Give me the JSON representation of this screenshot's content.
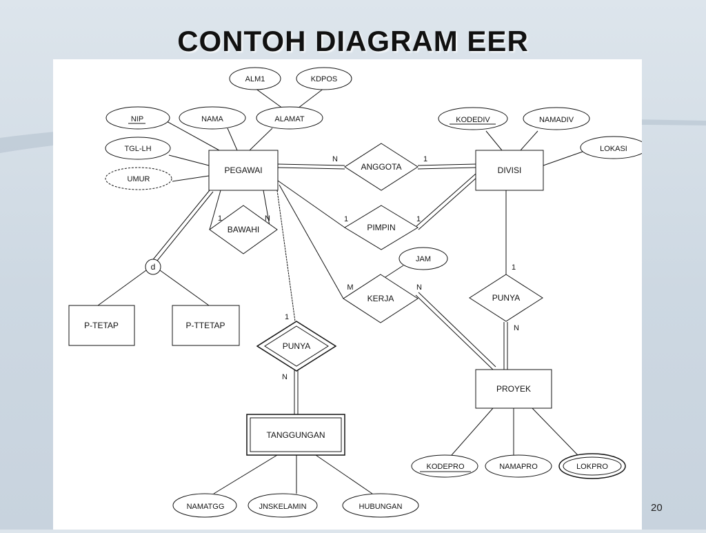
{
  "slide": {
    "title": "CONTOH DIAGRAM EER",
    "page_number": "20"
  },
  "entities": {
    "pegawai": "PEGAWAI",
    "divisi": "DIVISI",
    "proyek": "PROYEK",
    "tanggungan": "TANGGUNGAN",
    "p_tetap": "P-TETAP",
    "p_ttetap": "P-TTETAP"
  },
  "relationships": {
    "anggota": "ANGGOTA",
    "pimpin": "PIMPIN",
    "bawahi": "BAWAHI",
    "kerja": "KERJA",
    "punya_divisi": "PUNYA",
    "punya_tanggungan": "PUNYA"
  },
  "attributes": {
    "alm1": "ALM1",
    "kdpos": "KDPOS",
    "nip": "NIP",
    "nama": "NAMA",
    "alamat": "ALAMAT",
    "tgl_lh": "TGL-LH",
    "umur": "UMUR",
    "kodediv": "KODEDIV",
    "namadiv": "NAMADIV",
    "lokasi": "LOKASI",
    "jam": "JAM",
    "kodepro": "KODEPRO",
    "namapro": "NAMAPRO",
    "lokpro": "LOKPRO",
    "namatgg": "NAMATGG",
    "jnskelamin": "JNSKELAMIN",
    "hubungan": "HUBUNGAN"
  },
  "specialization": {
    "disjoint_symbol": "d"
  },
  "cardinality": {
    "anggota_pegawai": "N",
    "anggota_divisi": "1",
    "pimpin_pegawai": "1",
    "pimpin_divisi": "1",
    "bawahi_left": "1",
    "bawahi_right": "N",
    "kerja_pegawai": "M",
    "kerja_proyek": "N",
    "punya_divisi_top": "1",
    "punya_divisi_bottom": "N",
    "punya_tgg_top": "1",
    "punya_tgg_bottom": "N"
  }
}
